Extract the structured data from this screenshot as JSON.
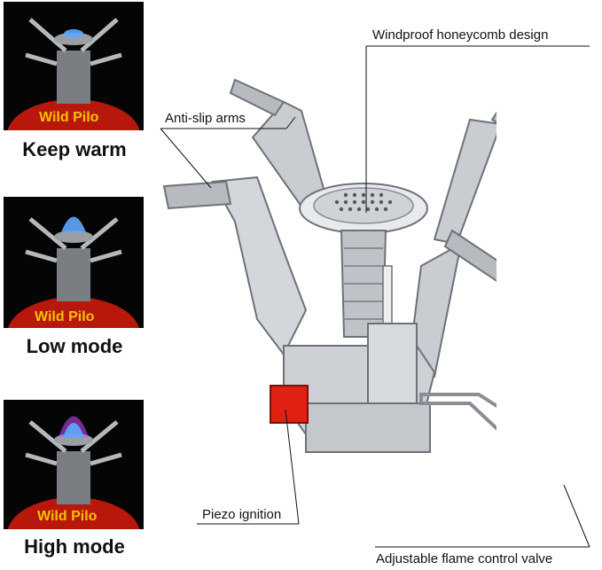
{
  "modes": [
    {
      "label": "Keep warm",
      "flame_level": 0.35
    },
    {
      "label": "Low mode",
      "flame_level": 0.6
    },
    {
      "label": "High mode",
      "flame_level": 1.0
    }
  ],
  "callouts": {
    "honeycomb": "Windproof honeycomb design",
    "arms": "Anti-slip arms",
    "piezo": "Piezo ignition",
    "valve": "Adjustable flame control valve"
  },
  "canister_text": "Wild Pilo",
  "colors": {
    "flame_blue": "#5fa8ff",
    "canister_red": "#c81e12",
    "steel": "#c9ccd1",
    "igniter_red": "#e02010"
  }
}
